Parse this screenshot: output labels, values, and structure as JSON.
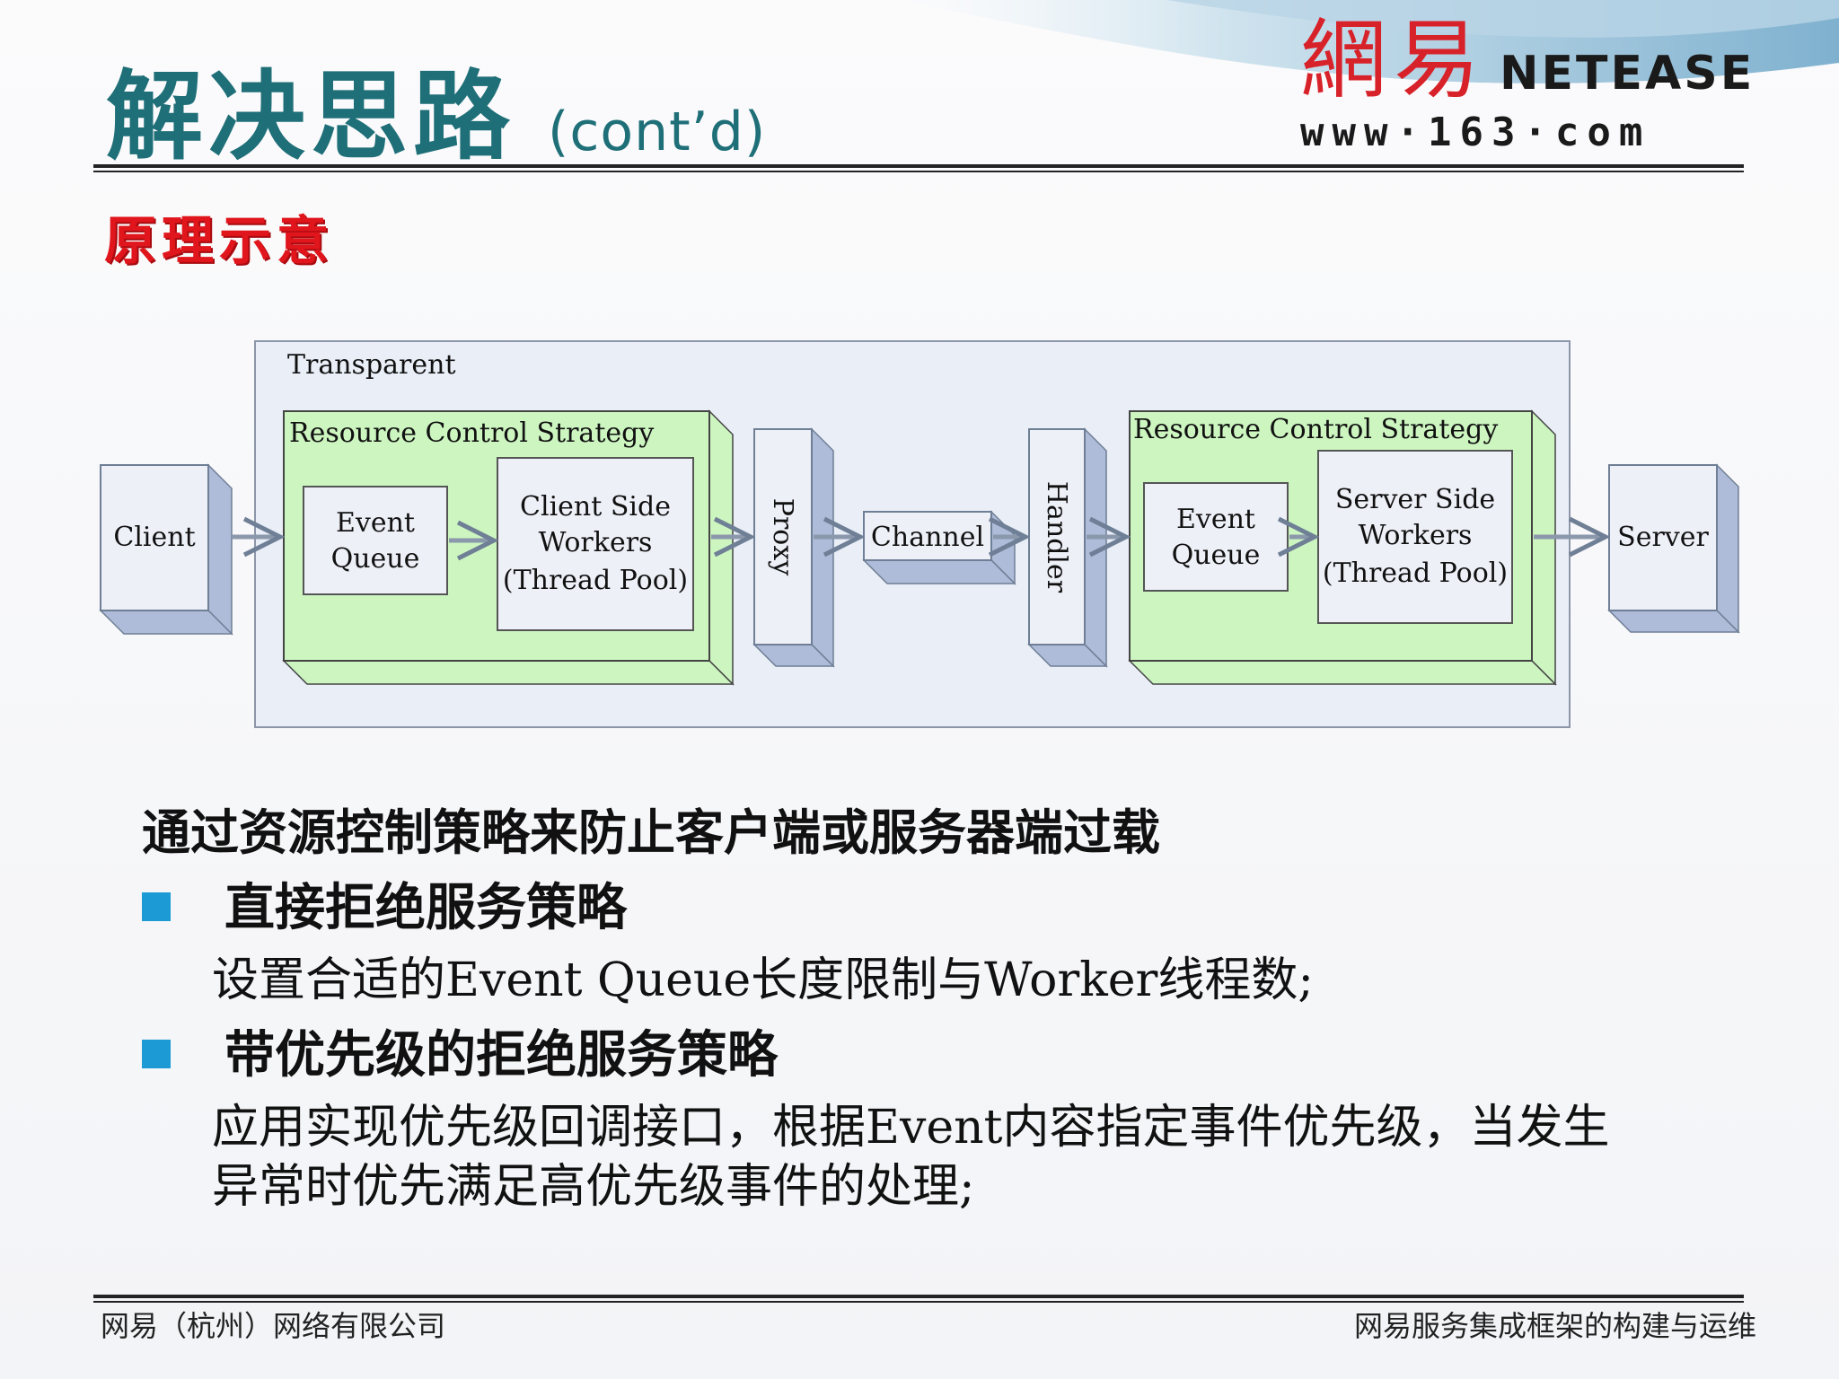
{
  "header": {
    "title": "解决思路",
    "title_suffix": "(cont’d)",
    "logo_cn": "網易",
    "logo_en": "NETEASE",
    "logo_url": "www·163·com"
  },
  "section_label": "原理示意",
  "diagram": {
    "transparent_label": "Transparent",
    "client": "Client",
    "server": "Server",
    "proxy": "Proxy",
    "channel": "Channel",
    "handler": "Handler",
    "left_rcs": {
      "label": "Resource Control  Strategy",
      "queue_line1": "Event",
      "queue_line2": "Queue",
      "workers_line1": "Client Side",
      "workers_line2": "Workers",
      "workers_line3": "(Thread Pool)"
    },
    "right_rcs": {
      "label": "Resource Control  Strategy",
      "queue_line1": "Event",
      "queue_line2": "Queue",
      "workers_line1": "Server Side",
      "workers_line2": "Workers",
      "workers_line3": "(Thread Pool)"
    }
  },
  "body": {
    "lead": "通过资源控制策略来防止客户端或服务器端过载",
    "bullets": [
      {
        "heading": "直接拒绝服务策略",
        "lines": [
          "设置合适的Event Queue长度限制与Worker线程数;"
        ]
      },
      {
        "heading": "带优先级的拒绝服务策略",
        "lines": [
          "应用实现优先级回调接口，根据Event内容指定事件优先级，当发生",
          "异常时优先满足高优先级事件的处理;"
        ]
      }
    ]
  },
  "footer": {
    "left": "网易（杭州）网络有限公司",
    "right": "网易服务集成框架的构建与运维"
  },
  "colors": {
    "title": "#1f6f78",
    "section_label": "#e0161c",
    "bullet": "#1c9ad6",
    "box_green": "#ccf5c0",
    "box_gray_front": "#eef0f8",
    "box_gray_side": "#aebbd9"
  }
}
